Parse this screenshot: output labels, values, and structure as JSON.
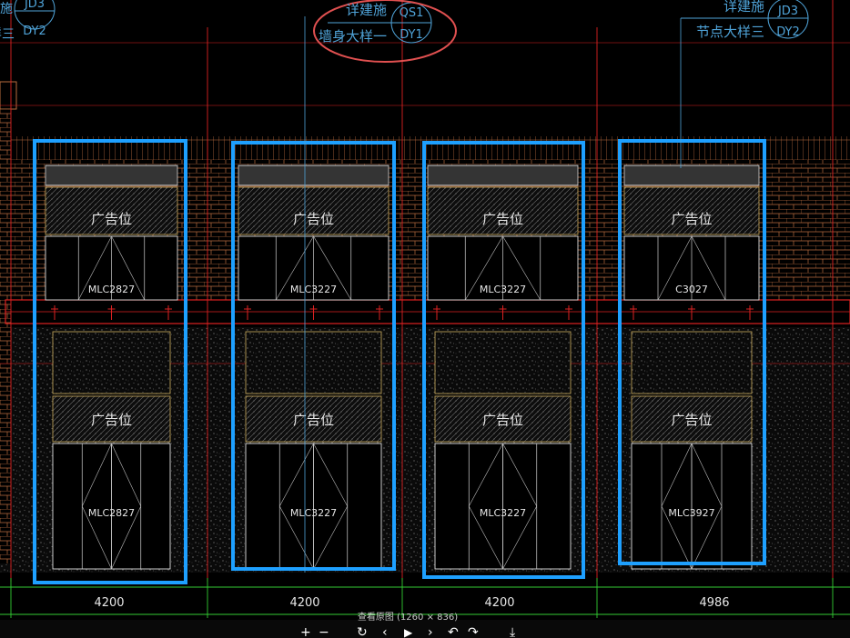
{
  "header": {
    "left": {
      "ref_top": "施",
      "ref_bottom": "节点大样三",
      "bubble_top": "JD3",
      "bubble_bottom": "DY2"
    },
    "center": {
      "ref_top": "详建施",
      "ref_bottom": "墙身大样一",
      "bubble_top": "QS1",
      "bubble_bottom": "DY1"
    },
    "right": {
      "ref_top": "详建施",
      "ref_bottom": "节点大样三",
      "bubble_top": "JD3",
      "bubble_bottom": "DY2"
    }
  },
  "bays": [
    {
      "ad_upper": "广告位",
      "window_code": "MLC2827",
      "ad_lower": "广告位",
      "door_code": "MLC2827",
      "dimension": "4200"
    },
    {
      "ad_upper": "广告位",
      "window_code": "MLC3227",
      "ad_lower": "广告位",
      "door_code": "MLC3227",
      "dimension": "4200"
    },
    {
      "ad_upper": "广告位",
      "window_code": "MLC3227",
      "ad_lower": "广告位",
      "door_code": "MLC3227",
      "dimension": "4200"
    },
    {
      "ad_upper": "广告位",
      "window_code": "C3027",
      "ad_lower": "广告位",
      "door_code": "MLC3927",
      "dimension": "4986"
    }
  ],
  "viewer": {
    "caption": "查看原图 (1260 × 836)"
  },
  "colors": {
    "background": "#000000",
    "highlight": "#1ea0ff",
    "callout": "#e05050",
    "grid": "#dd2222",
    "brick": "#b86b3e",
    "text": "#e6e6e6",
    "annotation": "#4fa3d8",
    "dimension": "#33cc33"
  }
}
